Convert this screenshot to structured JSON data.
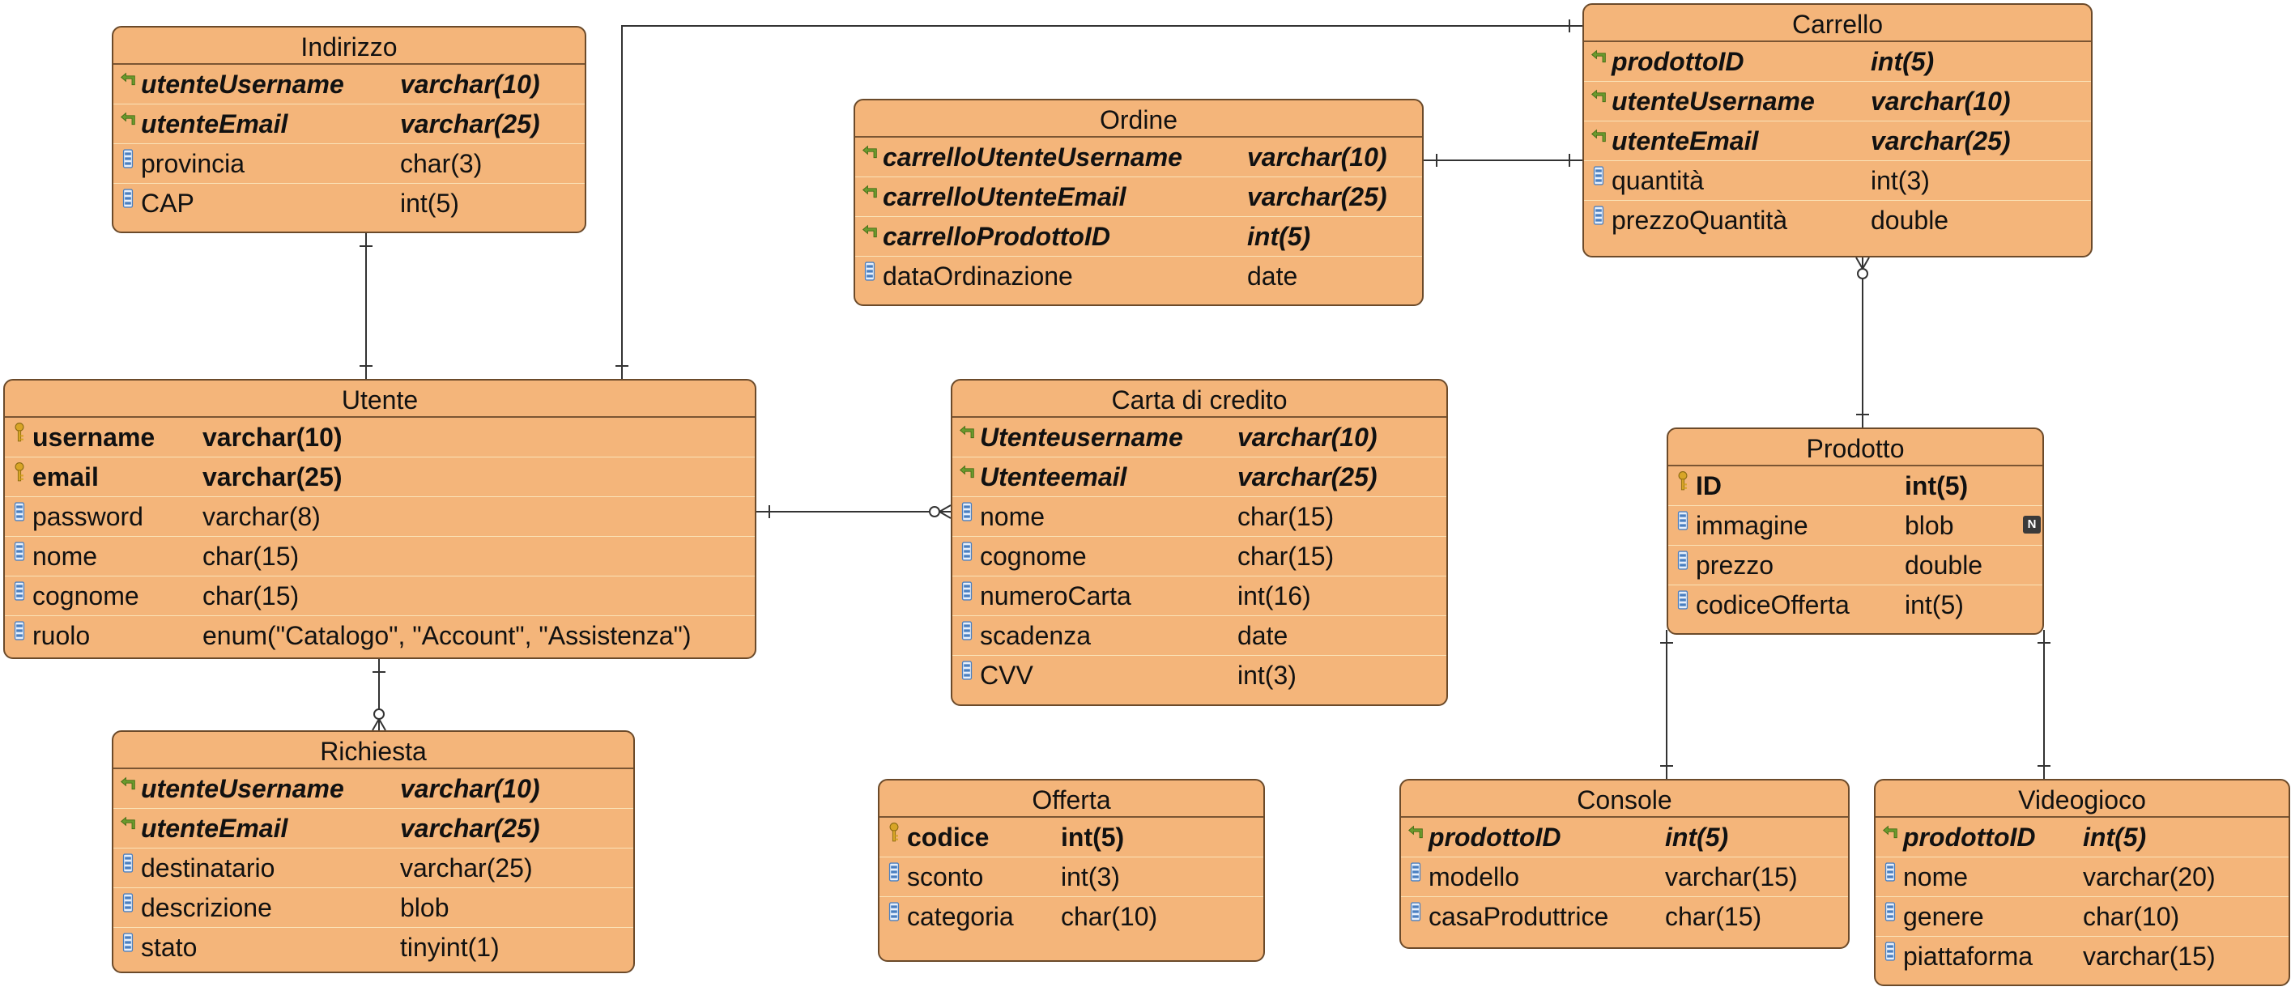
{
  "entities": [
    {
      "id": "indirizzo",
      "title": "Indirizzo",
      "truncated": true,
      "attributes": [
        {
          "name": "utenteUsername",
          "type": "varchar(10)",
          "kind": "fk",
          "icon": "foreign-key-icon"
        },
        {
          "name": "utenteEmail",
          "type": "varchar(25)",
          "kind": "fk",
          "icon": "foreign-key-icon"
        },
        {
          "name": "provincia",
          "type": "char(3)",
          "kind": "col",
          "icon": "column-icon"
        },
        {
          "name": "CAP",
          "type": "int(5)",
          "kind": "col",
          "icon": "column-icon"
        }
      ]
    },
    {
      "id": "utente",
      "title": "Utente",
      "attributes": [
        {
          "name": "username",
          "type": "varchar(10)",
          "kind": "pk",
          "icon": "primary-key-icon"
        },
        {
          "name": "email",
          "type": "varchar(25)",
          "kind": "pk",
          "icon": "primary-key-icon"
        },
        {
          "name": "password",
          "type": "varchar(8)",
          "kind": "col",
          "icon": "column-icon"
        },
        {
          "name": "nome",
          "type": "char(15)",
          "kind": "col",
          "icon": "column-icon"
        },
        {
          "name": "cognome",
          "type": "char(15)",
          "kind": "col",
          "icon": "column-icon"
        },
        {
          "name": "ruolo",
          "type": "enum(\"Catalogo\", \"Account\", \"Assistenza\")",
          "kind": "col",
          "icon": "column-icon"
        }
      ]
    },
    {
      "id": "richiesta",
      "title": "Richiesta",
      "attributes": [
        {
          "name": "utenteUsername",
          "type": "varchar(10)",
          "kind": "fk",
          "icon": "foreign-key-icon"
        },
        {
          "name": "utenteEmail",
          "type": "varchar(25)",
          "kind": "fk",
          "icon": "foreign-key-icon"
        },
        {
          "name": "destinatario",
          "type": "varchar(25)",
          "kind": "col",
          "icon": "column-icon"
        },
        {
          "name": "descrizione",
          "type": "blob",
          "kind": "col",
          "icon": "column-icon"
        },
        {
          "name": "stato",
          "type": "tinyint(1)",
          "kind": "col",
          "icon": "column-icon"
        }
      ]
    },
    {
      "id": "ordine",
      "title": "Ordine",
      "attributes": [
        {
          "name": "carrelloUtenteUsername",
          "type": "varchar(10)",
          "kind": "fk",
          "icon": "foreign-key-icon"
        },
        {
          "name": "carrelloUtenteEmail",
          "type": "varchar(25)",
          "kind": "fk",
          "icon": "foreign-key-icon"
        },
        {
          "name": "carrelloProdottoID",
          "type": "int(5)",
          "kind": "fk",
          "icon": "foreign-key-icon"
        },
        {
          "name": "dataOrdinazione",
          "type": "date",
          "kind": "col",
          "icon": "column-icon"
        }
      ]
    },
    {
      "id": "carta",
      "title": "Carta di credito",
      "attributes": [
        {
          "name": "Utenteusername",
          "type": "varchar(10)",
          "kind": "fk",
          "icon": "foreign-key-icon"
        },
        {
          "name": "Utenteemail",
          "type": "varchar(25)",
          "kind": "fk",
          "icon": "foreign-key-icon"
        },
        {
          "name": "nome",
          "type": "char(15)",
          "kind": "col",
          "icon": "column-icon"
        },
        {
          "name": "cognome",
          "type": "char(15)",
          "kind": "col",
          "icon": "column-icon"
        },
        {
          "name": "numeroCarta",
          "type": "int(16)",
          "kind": "col",
          "icon": "column-icon"
        },
        {
          "name": "scadenza",
          "type": "date",
          "kind": "col",
          "icon": "column-icon"
        },
        {
          "name": "CVV",
          "type": "int(3)",
          "kind": "col",
          "icon": "column-icon"
        }
      ]
    },
    {
      "id": "offerta",
      "title": "Offerta",
      "attributes": [
        {
          "name": "codice",
          "type": "int(5)",
          "kind": "pk",
          "icon": "primary-key-icon"
        },
        {
          "name": "sconto",
          "type": "int(3)",
          "kind": "col",
          "icon": "column-icon"
        },
        {
          "name": "categoria",
          "type": "char(10)",
          "kind": "col",
          "icon": "column-icon"
        }
      ]
    },
    {
      "id": "carrello",
      "title": "Carrello",
      "attributes": [
        {
          "name": "prodottoID",
          "type": "int(5)",
          "kind": "fk",
          "icon": "foreign-key-icon"
        },
        {
          "name": "utenteUsername",
          "type": "varchar(10)",
          "kind": "fk",
          "icon": "foreign-key-icon"
        },
        {
          "name": "utenteEmail",
          "type": "varchar(25)",
          "kind": "fk",
          "icon": "foreign-key-icon"
        },
        {
          "name": "quantità",
          "type": "int(3)",
          "kind": "col",
          "icon": "column-icon"
        },
        {
          "name": "prezzoQuantità",
          "type": "double",
          "kind": "col",
          "icon": "column-icon"
        }
      ]
    },
    {
      "id": "prodotto",
      "title": "Prodotto",
      "attributes": [
        {
          "name": "ID",
          "type": "int(5)",
          "kind": "pk",
          "icon": "primary-key-icon"
        },
        {
          "name": "immagine",
          "type": "blob",
          "kind": "col",
          "icon": "column-icon",
          "badge": "N"
        },
        {
          "name": "prezzo",
          "type": "double",
          "kind": "col",
          "icon": "column-icon"
        },
        {
          "name": "codiceOfferta",
          "type": "int(5)",
          "kind": "col",
          "icon": "column-icon"
        }
      ]
    },
    {
      "id": "console",
      "title": "Console",
      "attributes": [
        {
          "name": "prodottoID",
          "type": "int(5)",
          "kind": "fk",
          "icon": "foreign-key-icon"
        },
        {
          "name": "modello",
          "type": "varchar(15)",
          "kind": "col",
          "icon": "column-icon"
        },
        {
          "name": "casaProduttrice",
          "type": "char(15)",
          "kind": "col",
          "icon": "column-icon"
        }
      ]
    },
    {
      "id": "videogioco",
      "title": "Videogioco",
      "attributes": [
        {
          "name": "prodottoID",
          "type": "int(5)",
          "kind": "fk",
          "icon": "foreign-key-icon"
        },
        {
          "name": "nome",
          "type": "varchar(20)",
          "kind": "col",
          "icon": "column-icon"
        },
        {
          "name": "genere",
          "type": "char(10)",
          "kind": "col",
          "icon": "column-icon"
        },
        {
          "name": "piattaforma",
          "type": "varchar(15)",
          "kind": "col",
          "icon": "column-icon"
        }
      ]
    }
  ],
  "relationships": [
    {
      "from": "indirizzo",
      "to": "utente",
      "from_end": "one",
      "to_end": "one"
    },
    {
      "from": "utente",
      "to": "carrello",
      "from_end": "one",
      "to_end": "one"
    },
    {
      "from": "ordine",
      "to": "carrello",
      "from_end": "one",
      "to_end": "one"
    },
    {
      "from": "utente",
      "to": "carta",
      "from_end": "one",
      "to_end": "zero-or-many"
    },
    {
      "from": "utente",
      "to": "richiesta",
      "from_end": "one",
      "to_end": "zero-or-many"
    },
    {
      "from": "prodotto",
      "to": "carrello",
      "from_end": "one",
      "to_end": "zero-or-many"
    },
    {
      "from": "prodotto",
      "to": "console",
      "from_end": "one",
      "to_end": "one"
    },
    {
      "from": "prodotto",
      "to": "videogioco",
      "from_end": "one",
      "to_end": "one"
    }
  ],
  "colors": {
    "entity_fill": "#F4B57A",
    "entity_border": "#6b4a2a",
    "row_separator": "#fbe3b8",
    "fk_icon": "#6b9a2e",
    "pk_icon": "#d8a526",
    "column_icon": "#4a7fc0",
    "line": "#333333"
  }
}
